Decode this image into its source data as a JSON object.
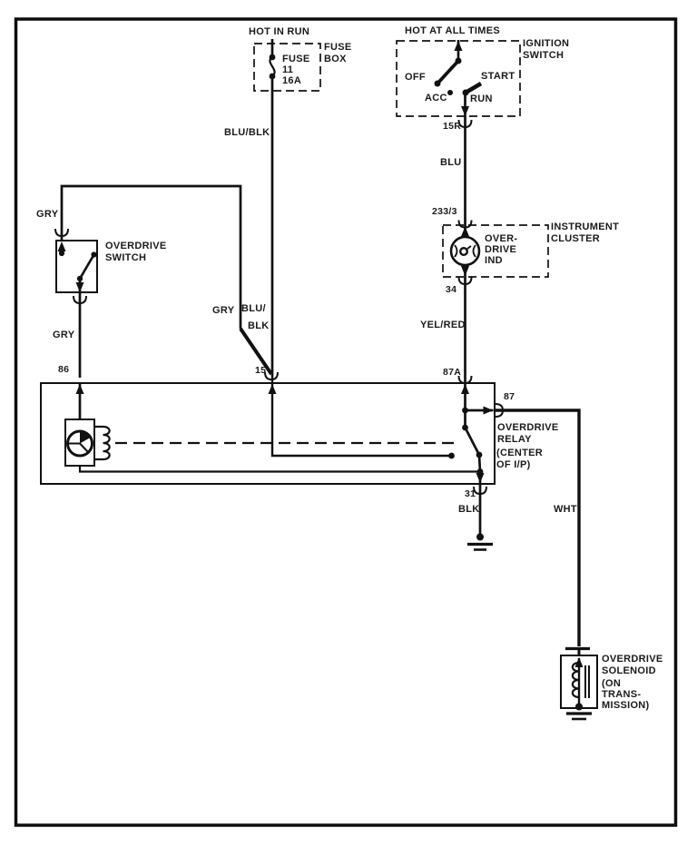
{
  "colors": {
    "line": "#111111",
    "text": "#1a1a1a",
    "background": "#ffffff"
  },
  "power": {
    "hot_in_run": "HOT IN RUN",
    "hot_at_all_times": "HOT AT ALL TIMES"
  },
  "fuse_box": {
    "name": [
      "FUSE",
      "BOX"
    ],
    "fuse": [
      "FUSE",
      "11",
      "16A"
    ]
  },
  "ignition_switch": {
    "name": [
      "IGNITION",
      "SWITCH"
    ],
    "off": "OFF",
    "acc": "ACC",
    "start": "START",
    "run": "RUN",
    "terminal": "15R"
  },
  "instrument_cluster": {
    "name": [
      "INSTRUMENT",
      "CLUSTER"
    ],
    "indicator": [
      "OVER-",
      "DRIVE",
      "IND"
    ],
    "terminal_in": "233/3",
    "terminal_out": "34"
  },
  "overdrive_switch": {
    "name": [
      "OVERDRIVE",
      "SWITCH"
    ]
  },
  "overdrive_relay": {
    "name": [
      "OVERDRIVE",
      "RELAY",
      "(CENTER",
      "OF I/P)"
    ],
    "terminal_86": "86",
    "terminal_15": "15",
    "terminal_87a": "87A",
    "terminal_87": "87",
    "terminal_31": "31"
  },
  "overdrive_solenoid": {
    "name": [
      "OVERDRIVE",
      "SOLENOID",
      "(ON",
      "TRANS-",
      "MISSION)"
    ]
  },
  "wires": {
    "blu_blk": "BLU/BLK",
    "blu_blk_split": [
      "BLU/",
      "BLK"
    ],
    "gry_top": "GRY",
    "gry_mid": "GRY",
    "gry_low": "GRY",
    "blu": "BLU",
    "yel_red": "YEL/RED",
    "blk": "BLK",
    "wht": "WHT"
  }
}
